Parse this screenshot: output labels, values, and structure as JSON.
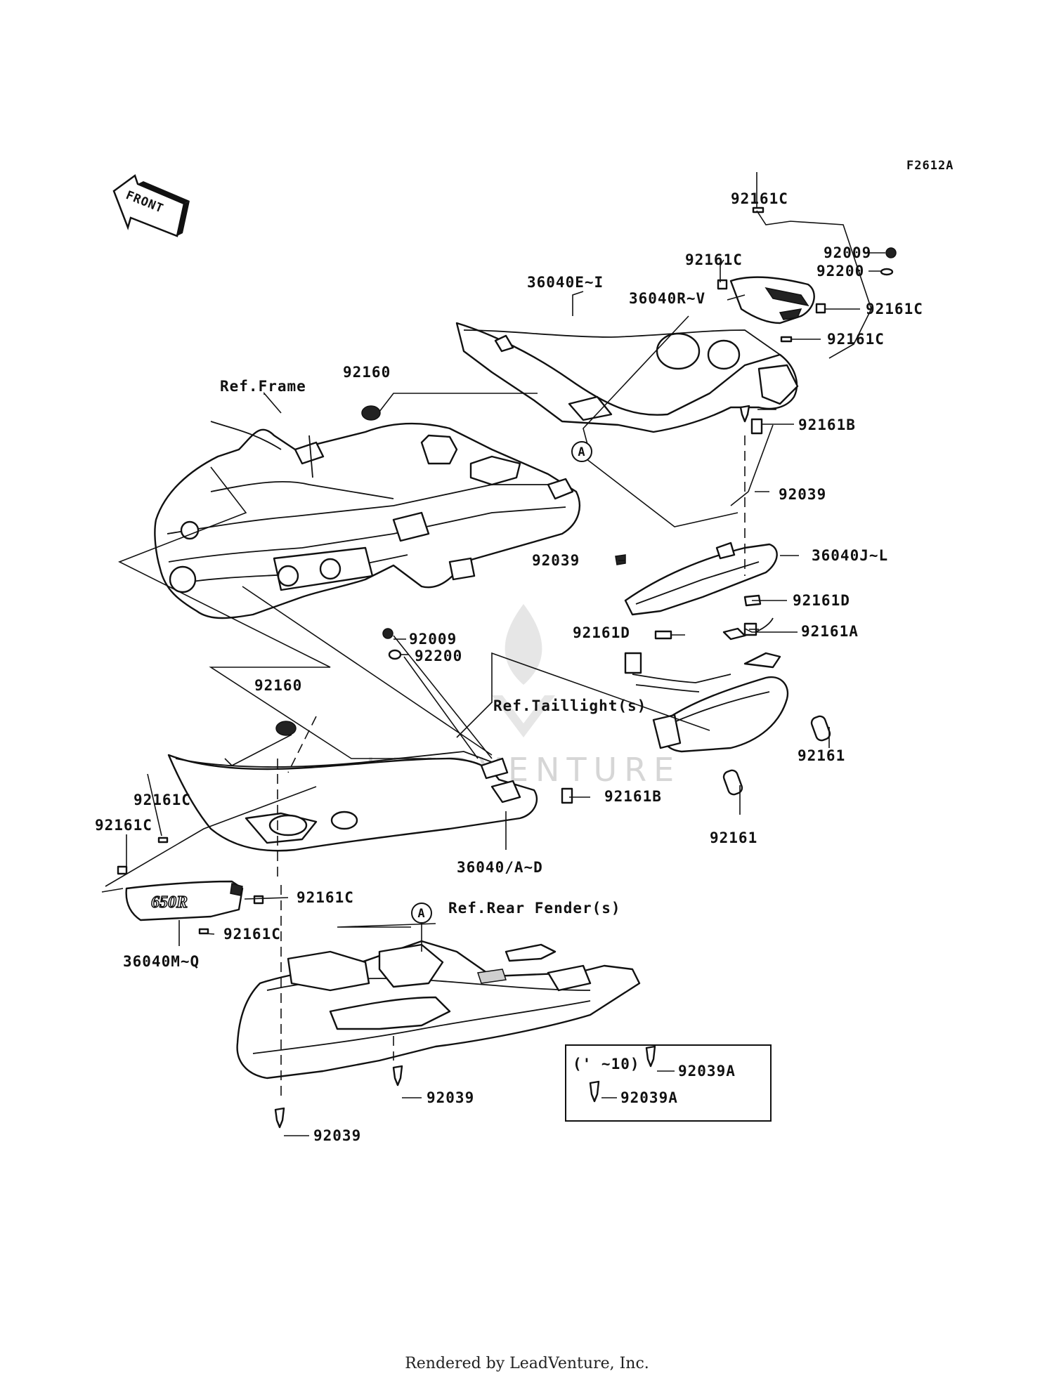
{
  "diagram_code": "F2612A",
  "front_label": "FRONT",
  "labels": {
    "p92161C_top": "92161C",
    "p92161C_tl": "92161C",
    "p92009_top": "92009",
    "p92200_top": "92200",
    "p36040E": "36040E~I",
    "p36040R": "36040R~V",
    "p92161C_r1": "92161C",
    "p92161C_r2": "92161C",
    "p92160_top": "92160",
    "ref_frame": "Ref.Frame",
    "p92161B_top": "92161B",
    "p92039_right": "92039",
    "p36040J": "36040J~L",
    "p92039_mid": "92039",
    "p92161D_r": "92161D",
    "p92161D_l": "92161D",
    "p92161A": "92161A",
    "p92009_mid": "92009",
    "p92200_mid": "92200",
    "ref_taillight": "Ref.Taillight(s)",
    "p92160_mid": "92160",
    "p92161_a": "92161",
    "p92161_b": "92161",
    "p92161C_l1": "92161C",
    "p92161C_l2": "92161C",
    "p92161B_low": "92161B",
    "p36040": "36040/A~D",
    "p92161C_l3": "92161C",
    "p92161C_l4": "92161C",
    "ref_fender": "Ref.Rear Fender(s)",
    "p36040M": "36040M~Q",
    "p92039_low1": "92039",
    "p92039_low2": "92039",
    "box_note": "(' ~10)",
    "p92039A_1": "92039A",
    "p92039A_2": "92039A",
    "marker_A1": "A",
    "marker_A2": "A",
    "badge_650r": "650R"
  },
  "watermark": "LEADVENTURE",
  "footer": "Rendered by LeadVenture, Inc."
}
